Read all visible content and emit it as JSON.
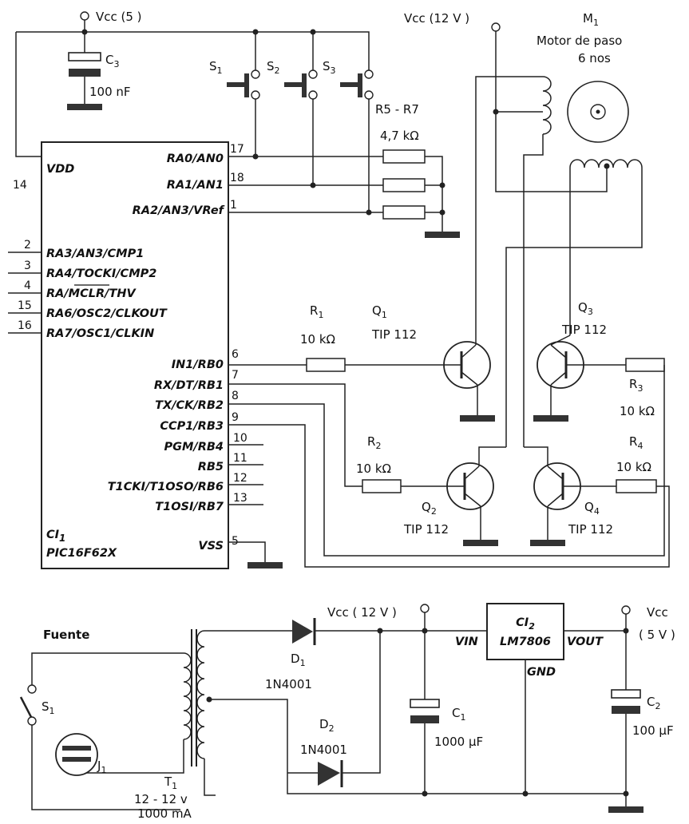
{
  "labels": {
    "vcc5_top": "Vcc (5 )",
    "vcc12_top": "Vcc (12 V )",
    "m1": "M",
    "m1_sub": "1",
    "m1_desc1": "Motor de paso",
    "m1_desc2": "6 nos",
    "c3": "C",
    "c3_sub": "3",
    "c3_val": "100 nF",
    "s1": "S",
    "s1_sub": "1",
    "s2": "S",
    "s2_sub": "2",
    "s3": "S",
    "s3_sub": "3",
    "r5r7": "R5 - R7",
    "r5r7_val": "4,7 kΩ",
    "r1": "R",
    "r1_sub": "1",
    "r1_val": "10 kΩ",
    "q1": "Q",
    "q1_sub": "1",
    "q1_type": "TIP 112",
    "q3": "Q",
    "q3_sub": "3",
    "q3_type": "TIP 112",
    "r3": "R",
    "r3_sub": "3",
    "r3_val": "10 kΩ",
    "r2": "R",
    "r2_sub": "2",
    "r2_val": "10 kΩ",
    "q2": "Q",
    "q2_sub": "2",
    "q2_type": "TIP 112",
    "r4": "R",
    "r4_sub": "4",
    "r4_val": "10 kΩ",
    "q4": "Q",
    "q4_sub": "4",
    "q4_type": "TIP 112",
    "ci1": "CI",
    "ci1_sub": "1",
    "ci1_part": "PIC16F62X",
    "fuente": "Fuente",
    "vcc12_psu": "Vcc ( 12 V )",
    "d1": "D",
    "d1_sub": "1",
    "d1_type": "1N4001",
    "d2": "D",
    "d2_sub": "2",
    "d2_type": "1N4001",
    "ci2": "CI",
    "ci2_sub": "2",
    "ci2_part": "LM7806",
    "vin": "VIN",
    "vout": "VOUT",
    "gnd": "GND",
    "vcc5_psu": "Vcc",
    "vcc5_psu_val": "( 5 V )",
    "c1": "C",
    "c1_sub": "1",
    "c1_val": "1000 µF",
    "c2": "C",
    "c2_sub": "2",
    "c2_val": "100 µF",
    "psu_s1": "S",
    "psu_s1_sub": "1",
    "j1": "J",
    "j1_sub": "1",
    "t1": "T",
    "t1_sub": "1",
    "t1_val1": "12 - 12 v",
    "t1_val2": "1000 mA"
  },
  "pins_left": [
    {
      "num": "14",
      "name": "VDD"
    },
    {
      "num": "2",
      "name": "RA3/AN3/CMP1"
    },
    {
      "num": "3",
      "name": "RA4/TOCKI/CMP2"
    },
    {
      "num": "4",
      "name": "RA/MCLR/THV"
    },
    {
      "num": "15",
      "name": "RA6/OSC2/CLKOUT"
    },
    {
      "num": "16",
      "name": "RA7/OSC1/CLKIN"
    }
  ],
  "pins_right": [
    {
      "num": "17",
      "name": "RA0/AN0"
    },
    {
      "num": "18",
      "name": "RA1/AN1"
    },
    {
      "num": "1",
      "name": "RA2/AN3/VRef"
    },
    {
      "num": "6",
      "name": "IN1/RB0"
    },
    {
      "num": "7",
      "name": "RX/DT/RB1"
    },
    {
      "num": "8",
      "name": "TX/CK/RB2"
    },
    {
      "num": "9",
      "name": "CCP1/RB3"
    },
    {
      "num": "10",
      "name": "PGM/RB4"
    },
    {
      "num": "11",
      "name": "RB5"
    },
    {
      "num": "12",
      "name": "T1CKI/T1OSO/RB6"
    },
    {
      "num": "13",
      "name": "T1OSI/RB7"
    },
    {
      "num": "5",
      "name": "VSS"
    }
  ]
}
